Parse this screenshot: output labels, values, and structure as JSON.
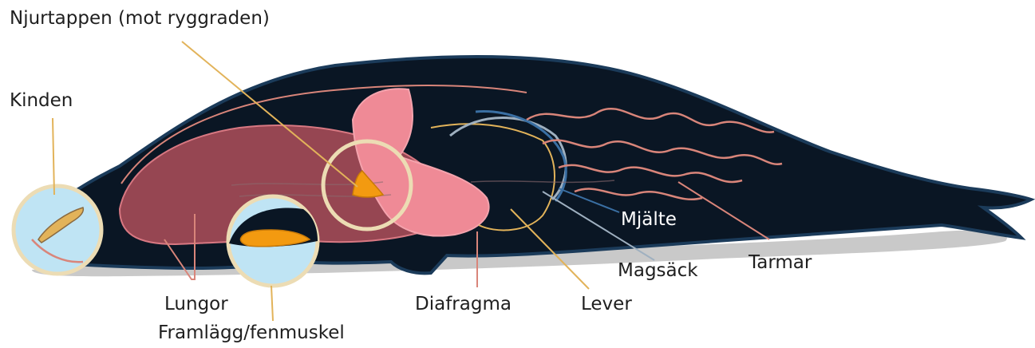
{
  "labels": {
    "njurtappen": "Njurtappen (mot ryggraden)",
    "kinden": "Kinden",
    "lungor": "Lungor",
    "framlagg": "Framlägg/fenmuskel",
    "diafragma": "Diafragma",
    "lever": "Lever",
    "mjalte": "Mjälte",
    "magsack": "Magsäck",
    "tarmar": "Tarmar"
  },
  "colors": {
    "body": "#0a1624",
    "body_edge": "#1b3b5a",
    "shadow": "#c9c9c9",
    "lungs": "#b9535e",
    "heart": "#ef8a96",
    "sample_fill": "#f39a10",
    "highlight_ring": "#ecdcb4",
    "leader_line": "#e2b35a",
    "intestine": "#d9857a"
  }
}
